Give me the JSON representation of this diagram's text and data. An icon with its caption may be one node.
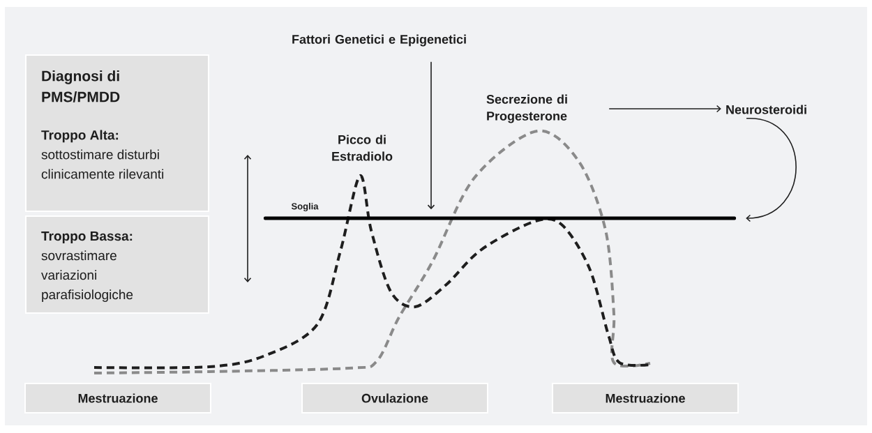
{
  "diagram": {
    "nodes": [
      {
        "text": [
          "Fattori Genetici e Epigenetici"
        ]
      },
      {
        "text": [
          "Diagnosi di PMS/PMDD",
          "Troppo Alta:",
          "sottostimare disturbi clinicamente rilevanti"
        ]
      },
      {
        "text": [
          "Secrezione di Progesterone"
        ]
      },
      {
        "text": [
          "Neurosteroidi"
        ]
      },
      {
        "text": [
          "Troppo Bassa:",
          "sovrastimare variazioni parafisiologiche"
        ]
      },
      {
        "text": [],
        "shape": "bar",
        "beside": [
          "Soglia"
        ]
      },
      {
        "text": [
          "Mestruazione"
        ]
      },
      {
        "text": [
          "Ovulazione"
        ]
      },
      {
        "text": [
          "Mestruazione"
        ]
      }
    ],
    "edges": [
      {
        "from": 0,
        "to": 5,
        "arrow": "to"
      },
      {
        "from": 2,
        "to": 3,
        "arrow": "to"
      },
      {
        "from": 3,
        "to": 5,
        "arrow": "to"
      }
    ],
    "labels": [
      "Picco di Estradiolo"
    ]
  }
}
